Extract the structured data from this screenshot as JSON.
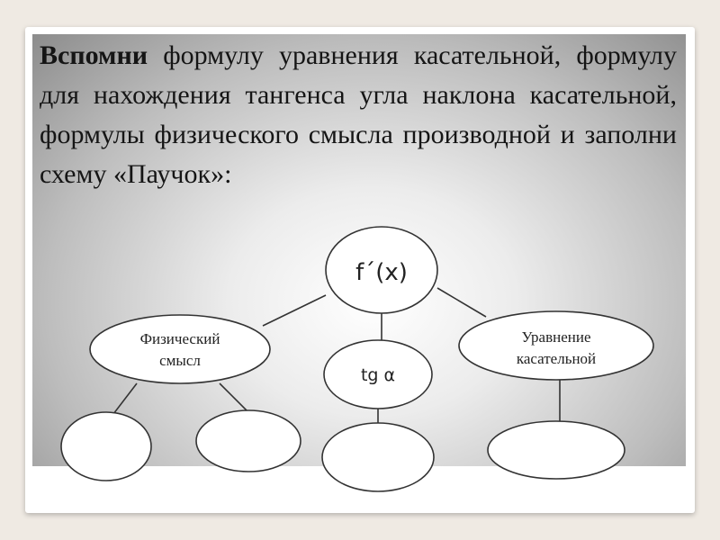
{
  "instruction": {
    "lead": "Вспомни",
    "rest": " формулу уравнения касательной, формулу для нахождения тангенса угла наклона касательной, формулы физического смысла производной и заполни схему «Паучок»:"
  },
  "diagram": {
    "center": "f´(x)",
    "physical_line1": "Физический",
    "physical_line2": "смысл",
    "tangent": "tg α",
    "equation_line1": "Уравнение",
    "equation_line2": "касательной"
  }
}
